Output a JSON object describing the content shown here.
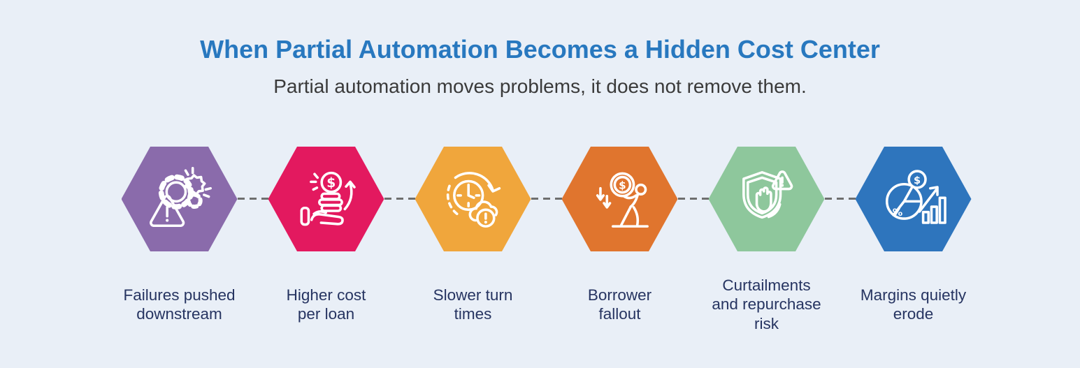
{
  "header": {
    "title": "When Partial Automation Becomes a Hidden Cost Center",
    "subtitle": "Partial automation moves problems, it does not remove them."
  },
  "colors": {
    "background": "#e9eff7",
    "title": "#2878bf",
    "subtitle": "#3a3a3a",
    "label": "#263461",
    "connector": "#6e6e6e"
  },
  "glyphs": {
    "dollar": "$",
    "percent": "%"
  },
  "steps": [
    {
      "label": "Failures pushed downstream",
      "lines": [
        "Failures pushed",
        "downstream"
      ],
      "color": "#8a6bab",
      "icon": "broken-gear-warning-icon"
    },
    {
      "label": "Higher cost per loan",
      "lines": [
        "Higher cost",
        "per loan"
      ],
      "color": "#e3195f",
      "icon": "hand-coins-rising-arrow-icon"
    },
    {
      "label": "Slower turn times",
      "lines": [
        "Slower turn",
        "times"
      ],
      "color": "#f0a63c",
      "icon": "clock-delay-alert-icon"
    },
    {
      "label": "Borrower fallout",
      "lines": [
        "Borrower",
        "fallout"
      ],
      "color": "#e0752e",
      "icon": "person-carrying-coin-icon"
    },
    {
      "label": "Curtailments and repurchase risk",
      "lines": [
        "Curtailments",
        "and repurchase",
        "risk"
      ],
      "color": "#8ec79c",
      "icon": "shield-stop-hand-warning-icon"
    },
    {
      "label": "Margins quietly erode",
      "lines": [
        "Margins quietly",
        "erode"
      ],
      "color": "#2e75bd",
      "icon": "pie-chart-declining-margin-icon"
    }
  ]
}
